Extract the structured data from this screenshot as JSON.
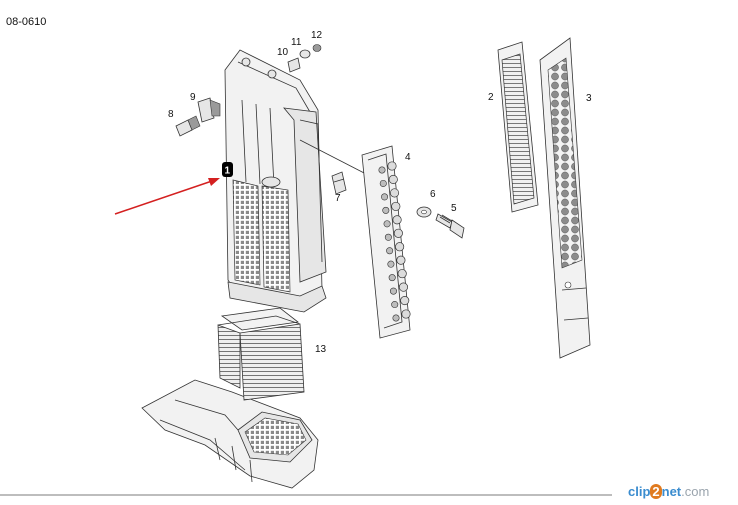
{
  "drawing_code": "08-0610",
  "callouts": {
    "p1": "1",
    "p2": "2",
    "p3": "3",
    "p4": "4",
    "p5": "5",
    "p6": "6",
    "p7": "7",
    "p8": "8",
    "p9": "9",
    "p10": "10",
    "p11": "11",
    "p12": "12",
    "p13": "13"
  },
  "watermark": {
    "part1": "clip",
    "part2": "2",
    "part3": "net",
    "part4": ".com"
  },
  "colors": {
    "arrow": "#d42020",
    "callout_highlight": "#000000",
    "watermark_blue": "#3a8ccf",
    "watermark_orange": "#e07a1f"
  }
}
